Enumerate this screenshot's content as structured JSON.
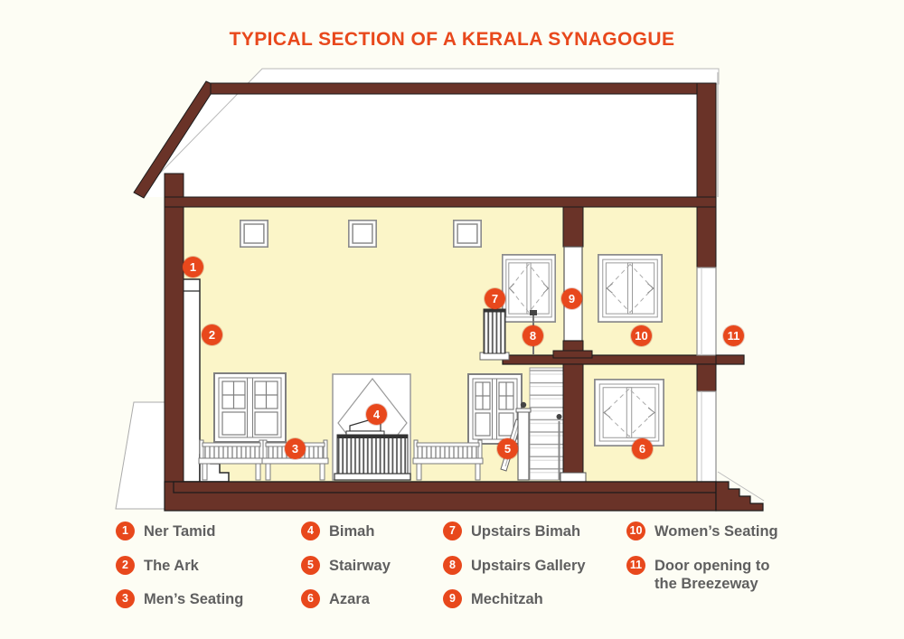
{
  "title": "TYPICAL SECTION OF A KERALA SYNAGOGUE",
  "colors": {
    "accent_orange": "#E8481C",
    "wall_brown": "#6A3328",
    "interior_cream": "#FBF5C8",
    "legend_text": "#5F5F5F",
    "background": "#FDFDF4"
  },
  "legend": {
    "items": [
      {
        "number": "1",
        "label": "Ner Tamid"
      },
      {
        "number": "2",
        "label": "The Ark"
      },
      {
        "number": "3",
        "label": "Men’s Seating"
      },
      {
        "number": "4",
        "label": "Bimah"
      },
      {
        "number": "5",
        "label": "Stairway"
      },
      {
        "number": "6",
        "label": "Azara"
      },
      {
        "number": "7",
        "label": "Upstairs Bimah"
      },
      {
        "number": "8",
        "label": "Upstairs Gallery"
      },
      {
        "number": "9",
        "label": "Mechitzah"
      },
      {
        "number": "10",
        "label": "Women’s Seating"
      },
      {
        "number": "11",
        "label": "Door opening to the Breezeway"
      }
    ]
  }
}
